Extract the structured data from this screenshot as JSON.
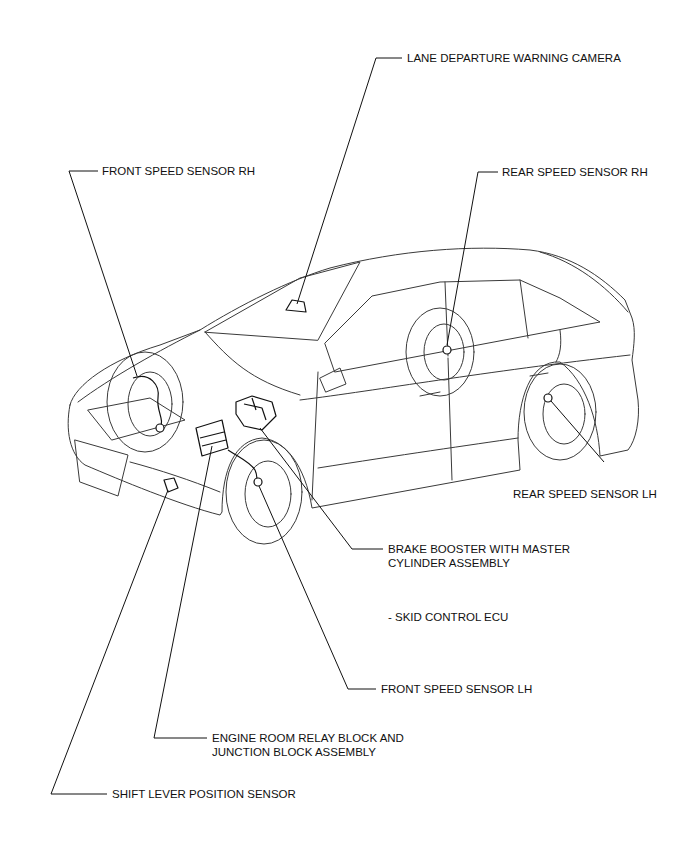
{
  "diagram": {
    "labels": [
      "LANE DEPARTURE WARNING CAMERA",
      "FRONT SPEED SENSOR RH",
      "REAR SPEED SENSOR RH",
      "REAR SPEED SENSOR LH",
      "BRAKE BOOSTER WITH MASTER CYLINDER ASSEMBLY",
      "- SKID CONTROL ECU",
      "FRONT SPEED SENSOR LH",
      "ENGINE ROOM RELAY BLOCK AND JUNCTION BLOCK ASSEMBLY",
      "SHIFT LEVER POSITION SENSOR"
    ]
  }
}
